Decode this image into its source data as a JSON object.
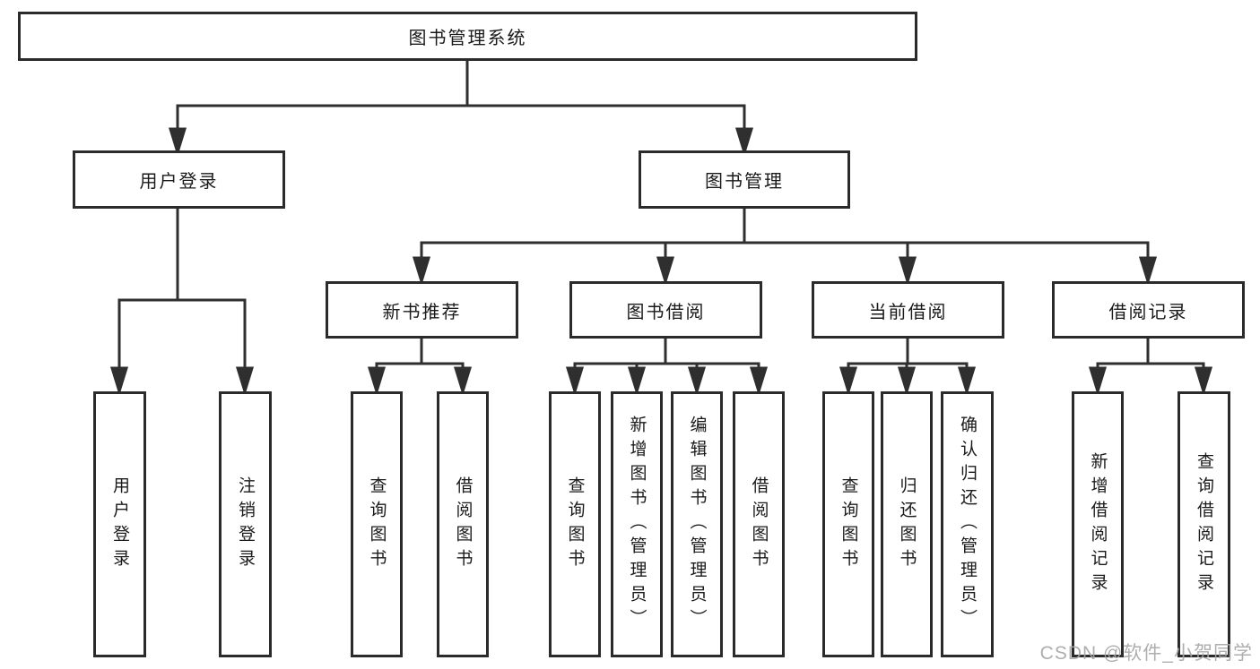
{
  "tree": {
    "label": "图书管理系统",
    "children": [
      {
        "label": "用户登录",
        "children": [
          {
            "label": "用户登录"
          },
          {
            "label": "注销登录"
          }
        ]
      },
      {
        "label": "图书管理",
        "children": [
          {
            "label": "新书推荐",
            "children": [
              {
                "label": "查询图书"
              },
              {
                "label": "借阅图书"
              }
            ]
          },
          {
            "label": "图书借阅",
            "children": [
              {
                "label": "查询图书"
              },
              {
                "label": "新增图书（管理员）"
              },
              {
                "label": "编辑图书（管理员）"
              },
              {
                "label": "借阅图书"
              }
            ]
          },
          {
            "label": "当前借阅",
            "children": [
              {
                "label": "查询图书"
              },
              {
                "label": "归还图书"
              },
              {
                "label": "确认归还（管理员）"
              }
            ]
          },
          {
            "label": "借阅记录",
            "children": [
              {
                "label": "新增借阅记录"
              },
              {
                "label": "查询借阅记录"
              }
            ]
          }
        ]
      }
    ]
  },
  "watermark": "CSDN @软件_小贺同学",
  "colors": {
    "line": "#2f2f2f",
    "box_border": "#2b2b2b",
    "text": "#1a1a1a",
    "background": "#ffffff",
    "watermark": "#a5a5a5"
  }
}
